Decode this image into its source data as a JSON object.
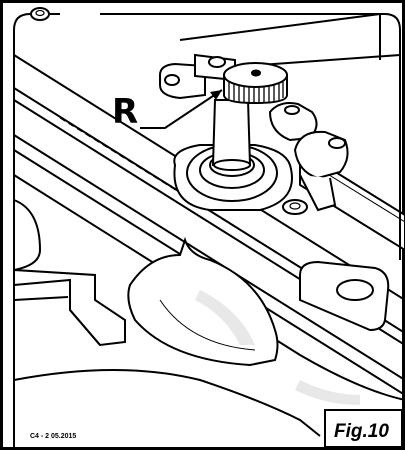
{
  "callout": {
    "label": "R"
  },
  "footer": {
    "doc_code": "C4 - 2  05.2015",
    "figure_label": "Fig.10"
  },
  "colors": {
    "ink": "#000000",
    "paper": "#ffffff",
    "shade": "#e8e8e8"
  }
}
